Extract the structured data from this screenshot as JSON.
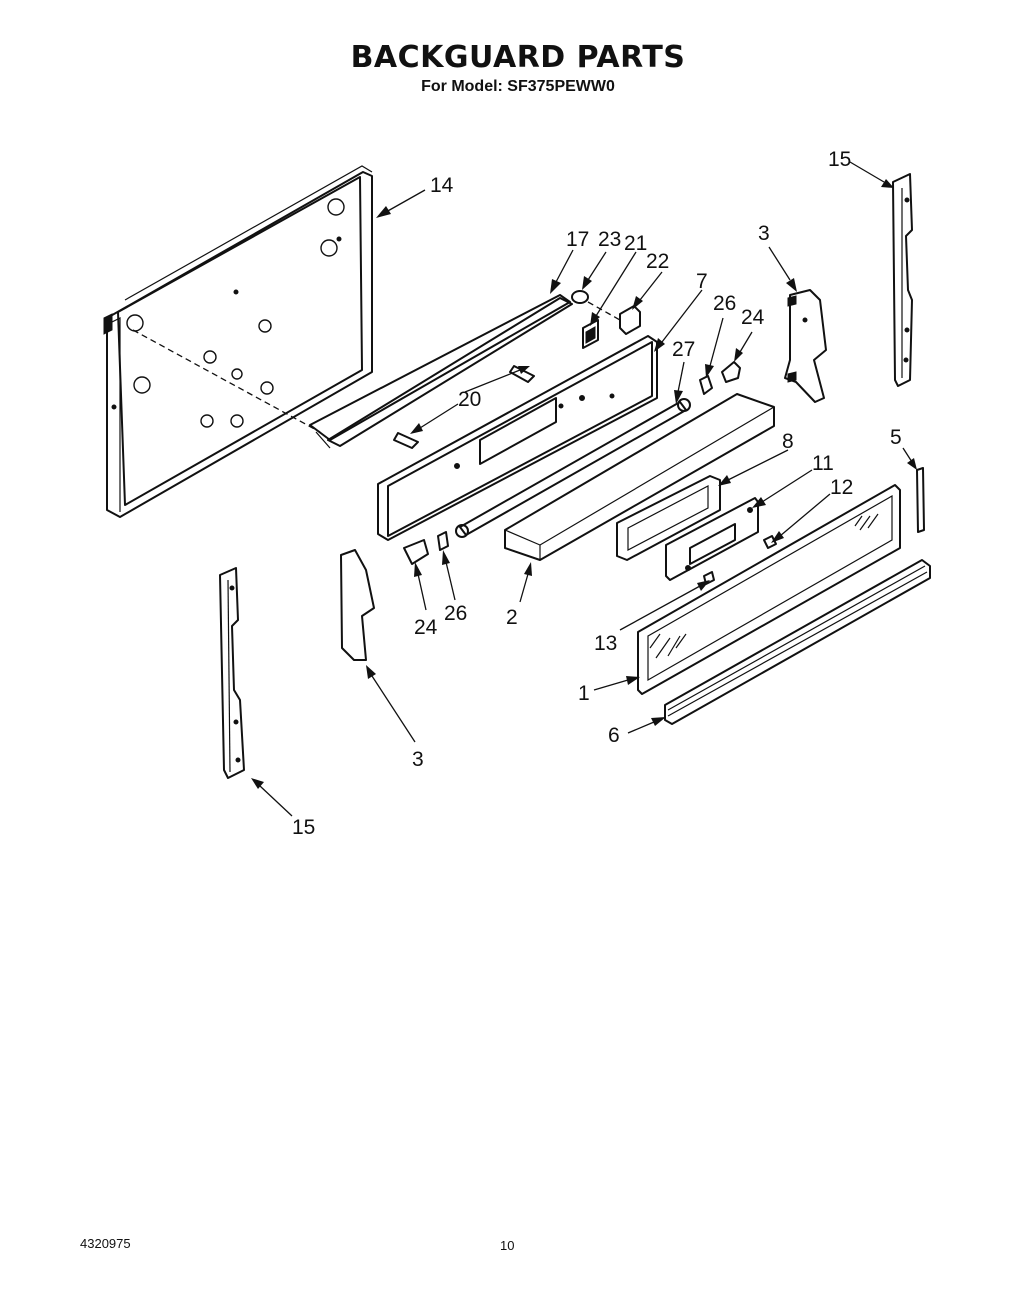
{
  "title": "BACKGUARD PARTS",
  "subtitle": "For Model: SF375PEWW0",
  "callouts": [
    "14",
    "17",
    "23",
    "21",
    "22",
    "7",
    "20",
    "26",
    "24",
    "27",
    "3",
    "15",
    "8",
    "11",
    "5",
    "12",
    "2",
    "24",
    "26",
    "13",
    "1",
    "6",
    "3",
    "15"
  ],
  "doc_number": "4320975",
  "page_number": "10"
}
